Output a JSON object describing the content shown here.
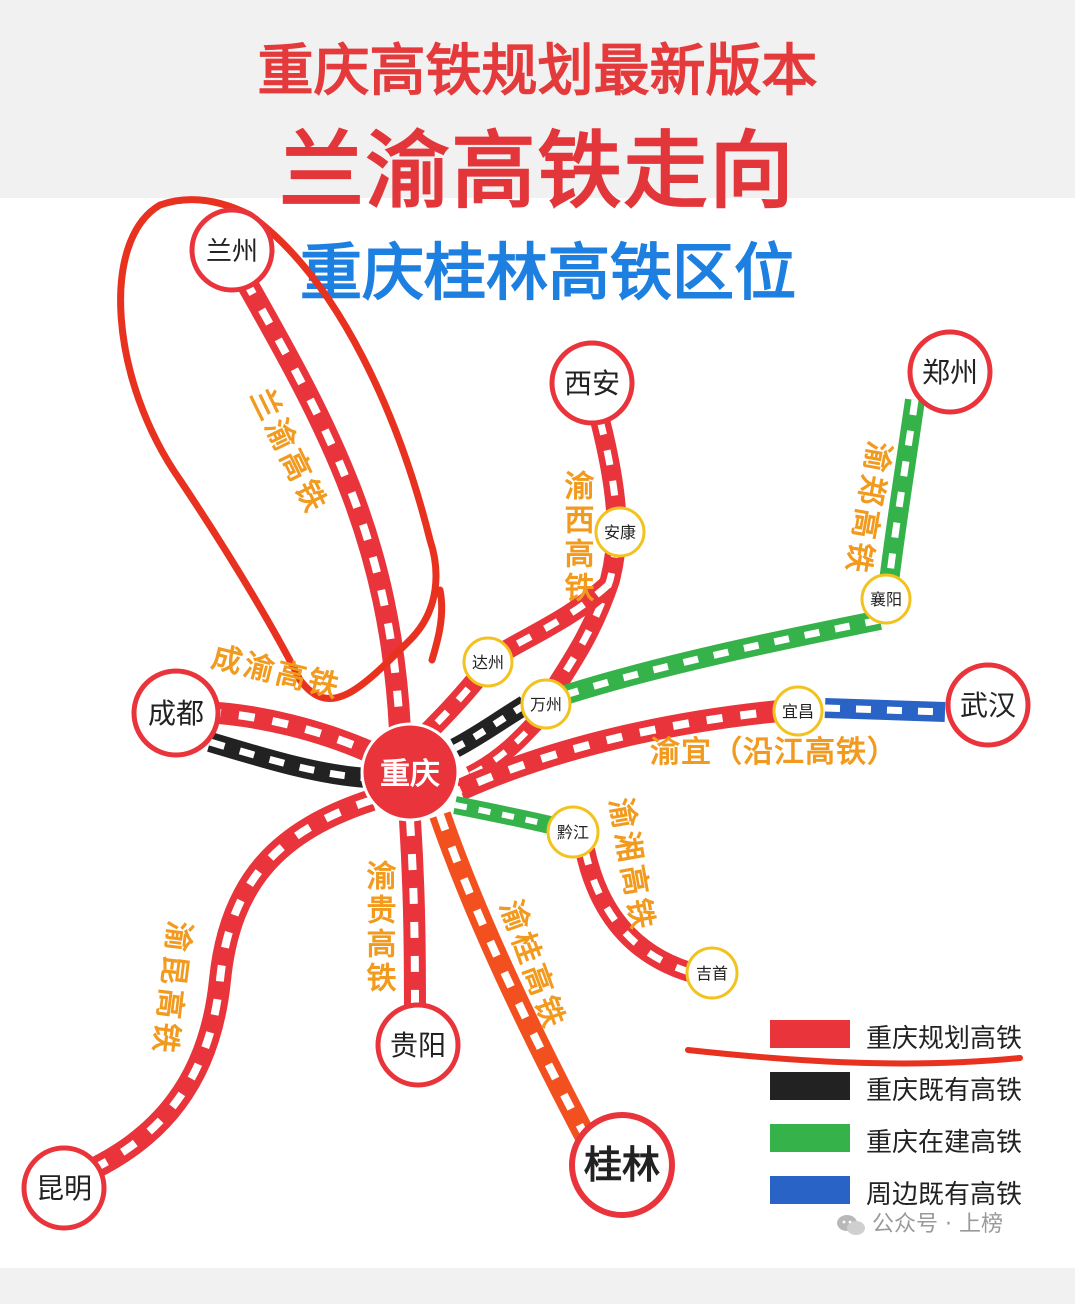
{
  "titles": {
    "line1": "重庆高铁规划最新版本",
    "line2": "兰渝高铁走向",
    "line3": "重庆桂林高铁区位"
  },
  "cities": {
    "lanzhou": "兰州",
    "xian": "西安",
    "zhengzhou": "郑州",
    "ankang": "安康",
    "xiangyang": "襄阳",
    "dazhou": "达州",
    "wanzhou": "万州",
    "yichang": "宜昌",
    "wuhan": "武汉",
    "chengdu": "成都",
    "chongqing": "重庆",
    "qianjiang": "黔江",
    "jishou": "吉首",
    "guiyang": "贵阳",
    "guilin": "桂林",
    "kunming": "昆明"
  },
  "line_labels": {
    "lanyu": "兰渝高铁",
    "yuxi": "渝西高铁",
    "yuzheng": "渝郑高铁",
    "chengyu": "成渝高铁",
    "yuyi": "渝宜（沿江高铁）",
    "yuxiang": "渝湘高铁",
    "yugui": "渝贵高铁",
    "yugui2": "渝桂高铁",
    "yukun": "渝昆高铁"
  },
  "legend": [
    {
      "label": "重庆规划高铁",
      "color": "#e8343a"
    },
    {
      "label": "重庆既有高铁",
      "color": "#222222"
    },
    {
      "label": "重庆在建高铁",
      "color": "#35b34a"
    },
    {
      "label": "周边既有高铁",
      "color": "#2a63c6"
    }
  ],
  "colors": {
    "planned": "#e8343a",
    "existing": "#222222",
    "construction": "#35b34a",
    "nearby": "#2a63c6",
    "guilin_line": "#f2501e",
    "label_orange": "#f29a1e",
    "highlight": "#e8321f",
    "title_red": "#e53a3c",
    "title_blue": "#1d7fe0"
  },
  "watermark": "公众号 · 上榜"
}
